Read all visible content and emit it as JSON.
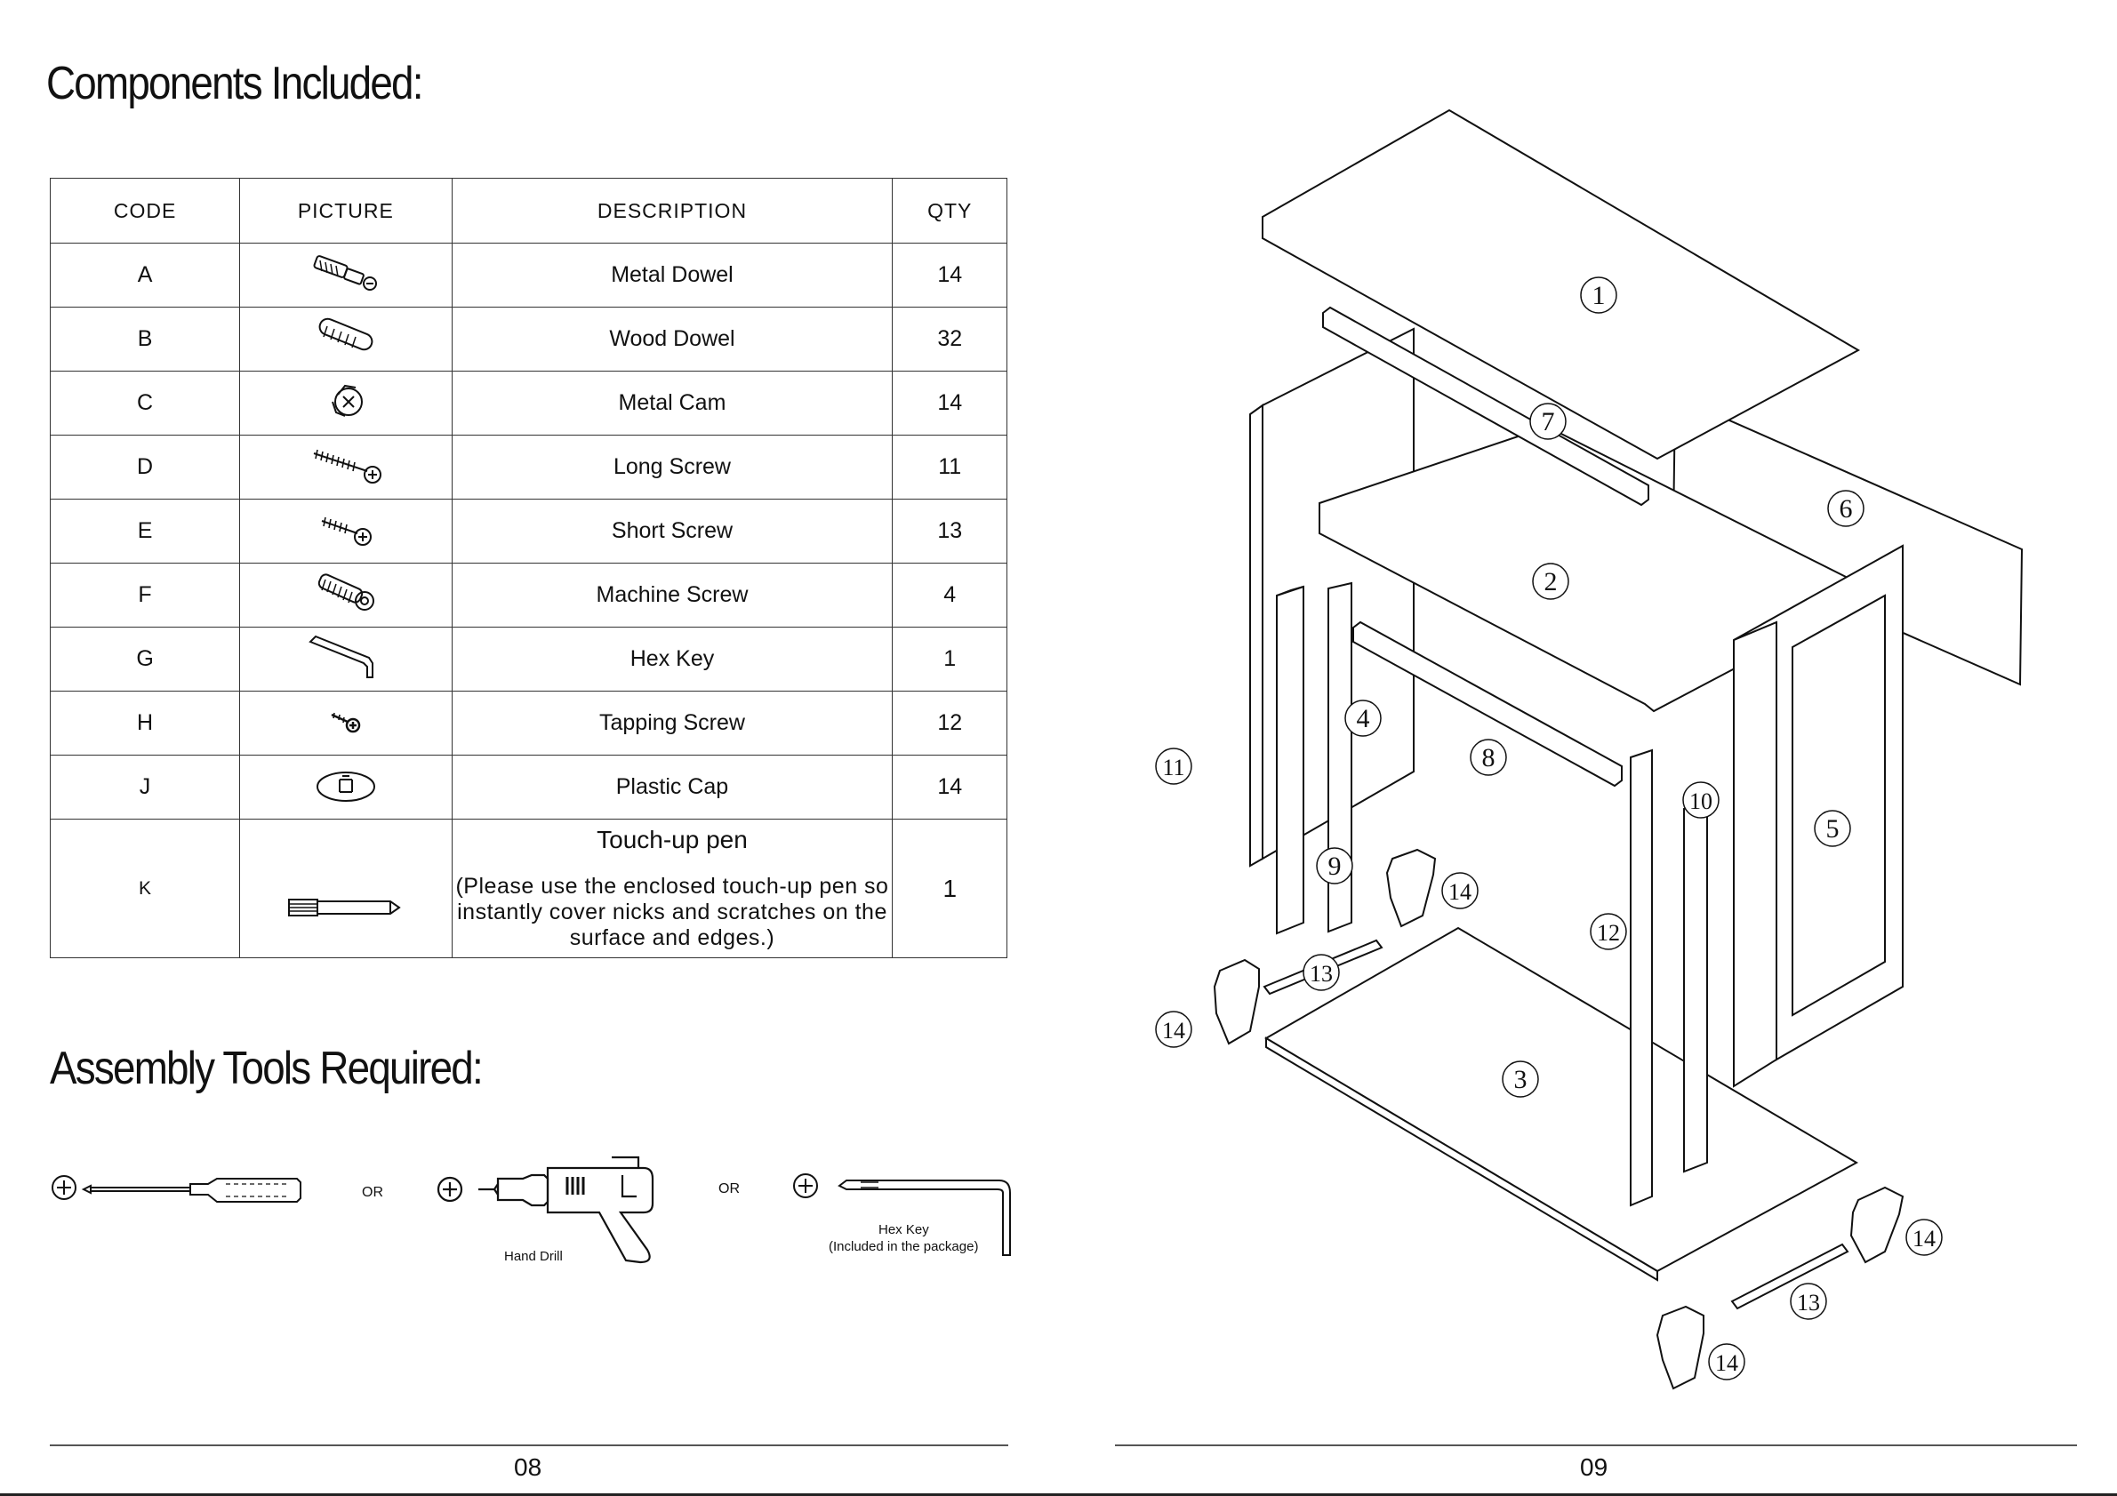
{
  "left_page": {
    "heading_components": "Components Included:",
    "table": {
      "headers": [
        "CODE",
        "PICTURE",
        "DESCRIPTION",
        "QTY"
      ],
      "rows": [
        {
          "code": "A",
          "icon": "metal-dowel-icon",
          "description": "Metal Dowel",
          "qty": "14"
        },
        {
          "code": "B",
          "icon": "wood-dowel-icon",
          "description": "Wood Dowel",
          "qty": "32"
        },
        {
          "code": "C",
          "icon": "metal-cam-icon",
          "description": "Metal Cam",
          "qty": "14"
        },
        {
          "code": "D",
          "icon": "long-screw-icon",
          "description": "Long Screw",
          "qty": "11"
        },
        {
          "code": "E",
          "icon": "short-screw-icon",
          "description": "Short Screw",
          "qty": "13"
        },
        {
          "code": "F",
          "icon": "machine-screw-icon",
          "description": "Machine Screw",
          "qty": "4"
        },
        {
          "code": "G",
          "icon": "hex-key-icon",
          "description": "Hex Key",
          "qty": "1"
        },
        {
          "code": "H",
          "icon": "tapping-screw-icon",
          "description": "Tapping Screw",
          "qty": "12"
        },
        {
          "code": "J",
          "icon": "plastic-cap-icon",
          "description": "Plastic Cap",
          "qty": "14"
        },
        {
          "code": "K",
          "icon": "touch-up-pen-icon",
          "description": "Touch-up pen",
          "note": "(Please use the enclosed touch-up pen so instantly cover nicks and scratches on the surface and edges.)",
          "qty": "1"
        }
      ]
    },
    "heading_tools": "Assembly  Tools  Required:",
    "tools": {
      "or_1": "OR",
      "or_2": "OR",
      "drill_label": "Hand Drill",
      "hexkey_label": "Hex Key",
      "hexkey_note": "(Included in the package)"
    },
    "page_number": "08"
  },
  "right_page": {
    "part_numbers": [
      "1",
      "2",
      "3",
      "4",
      "5",
      "6",
      "7",
      "8",
      "9",
      "10",
      "11",
      "12",
      "13",
      "13",
      "14",
      "14",
      "14",
      "14"
    ],
    "page_number": "09"
  }
}
